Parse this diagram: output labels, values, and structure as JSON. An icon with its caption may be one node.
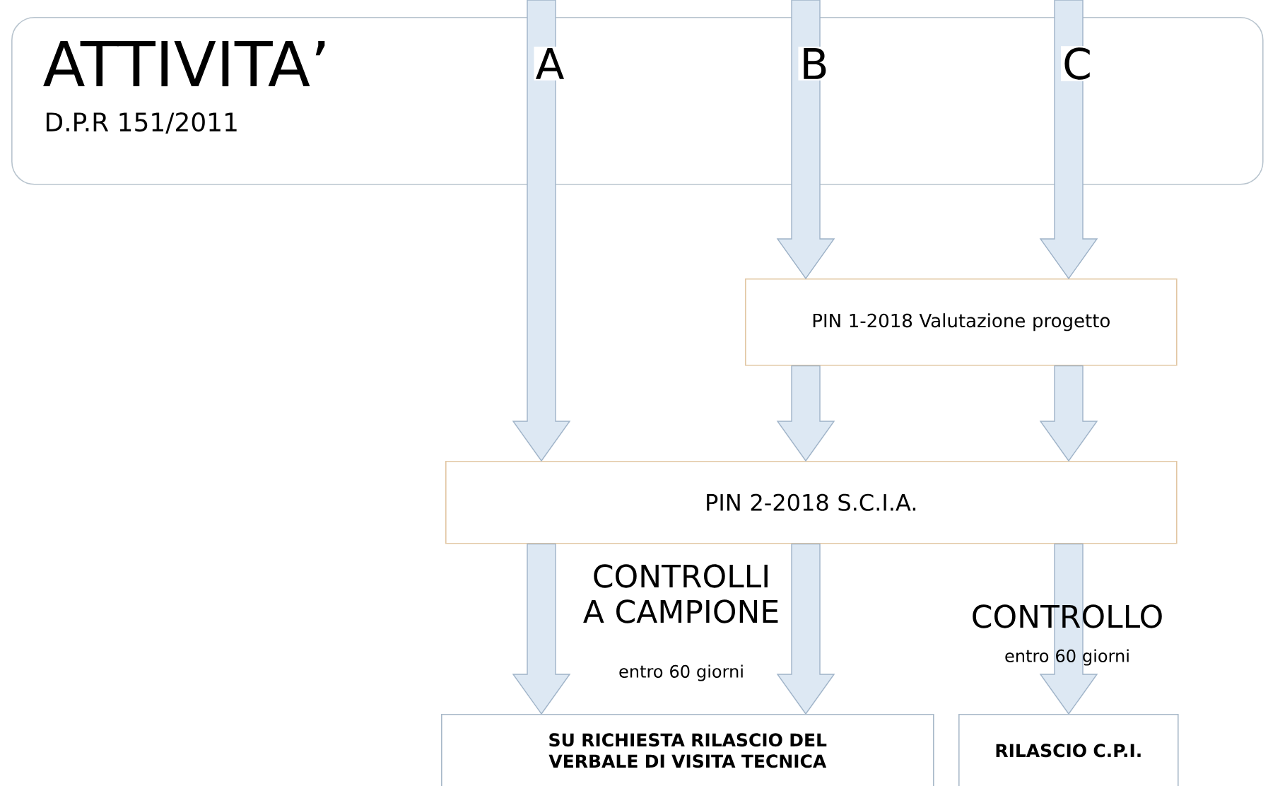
{
  "diagram": {
    "nodes": [
      {
        "text": [
          "ATTIVITA’",
          "D.P.R 151/2011"
        ]
      },
      {
        "text": [
          "PIN 1-2018 Valutazione progetto"
        ]
      },
      {
        "text": [
          "PIN 2-2018 S.C.I.A."
        ]
      },
      {
        "text": [
          "SU RICHIESTA RILASCIO DEL VERBALE DI VISITA TECNICA"
        ]
      },
      {
        "text": [
          "RILASCIO C.P.I."
        ]
      }
    ],
    "edges": [
      {
        "from": 0,
        "to": 2,
        "arrow": "to",
        "label": "A"
      },
      {
        "from": 0,
        "to": 1,
        "arrow": "to",
        "label": "B"
      },
      {
        "from": 0,
        "to": 1,
        "arrow": "to",
        "label": "C"
      },
      {
        "from": 1,
        "to": 2,
        "arrow": "to"
      },
      {
        "from": 1,
        "to": 2,
        "arrow": "to"
      },
      {
        "from": 2,
        "to": 3,
        "arrow": "to"
      },
      {
        "from": 2,
        "to": 3,
        "arrow": "to"
      },
      {
        "from": 2,
        "to": 4,
        "arrow": "to"
      }
    ],
    "labels": [
      "CONTROLLI A CAMPIONE",
      "entro 60 giorni",
      "CONTROLLO",
      "entro 60 giorni"
    ]
  }
}
